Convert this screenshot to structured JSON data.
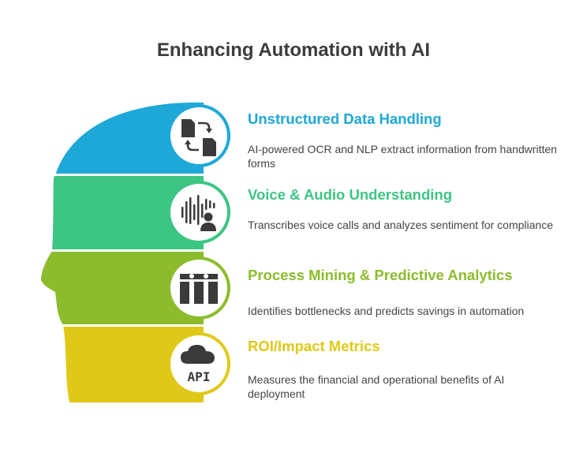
{
  "title": "Enhancing Automation with AI",
  "colors": {
    "band1": "#1ea8d8",
    "band2": "#3cc583",
    "band3": "#8cbc2c",
    "band4": "#e0c818",
    "icon": "#3a3a3a",
    "title": "#3c3c3c",
    "text": "#444444"
  },
  "items": [
    {
      "title": "Unstructured Data Handling",
      "description": "AI-powered OCR and NLP extract information from handwritten forms",
      "icon": "document-swap-icon"
    },
    {
      "title": "Voice & Audio Understanding",
      "description": "Transcribes voice calls and analyzes sentiment for compliance",
      "icon": "voice-user-icon"
    },
    {
      "title": "Process Mining & Predictive Analytics",
      "description": "Identifies bottlenecks and predicts savings in automation",
      "icon": "process-blocks-icon"
    },
    {
      "title": "ROI/Impact Metrics",
      "description": "Measures the financial and operational benefits of AI deployment",
      "icon": "cloud-api-icon",
      "icon_text": "API"
    }
  ]
}
